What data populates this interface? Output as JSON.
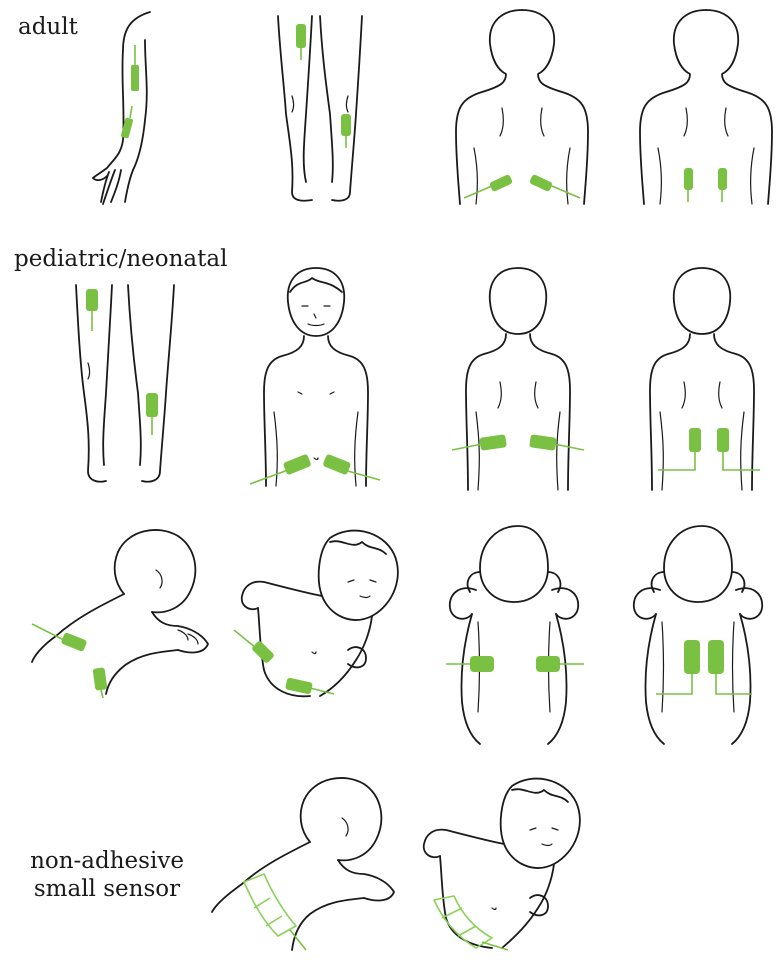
{
  "labels": {
    "adult": "adult",
    "pediatric_neonatal": "pediatric/neonatal",
    "non_adhesive_line1": "non-adhesive",
    "non_adhesive_line2": "small sensor"
  },
  "colors": {
    "sensor": "#7ac143",
    "sensor_outline": "#8bd15a",
    "line_art": "#1a1a1a",
    "background": "#ffffff"
  }
}
